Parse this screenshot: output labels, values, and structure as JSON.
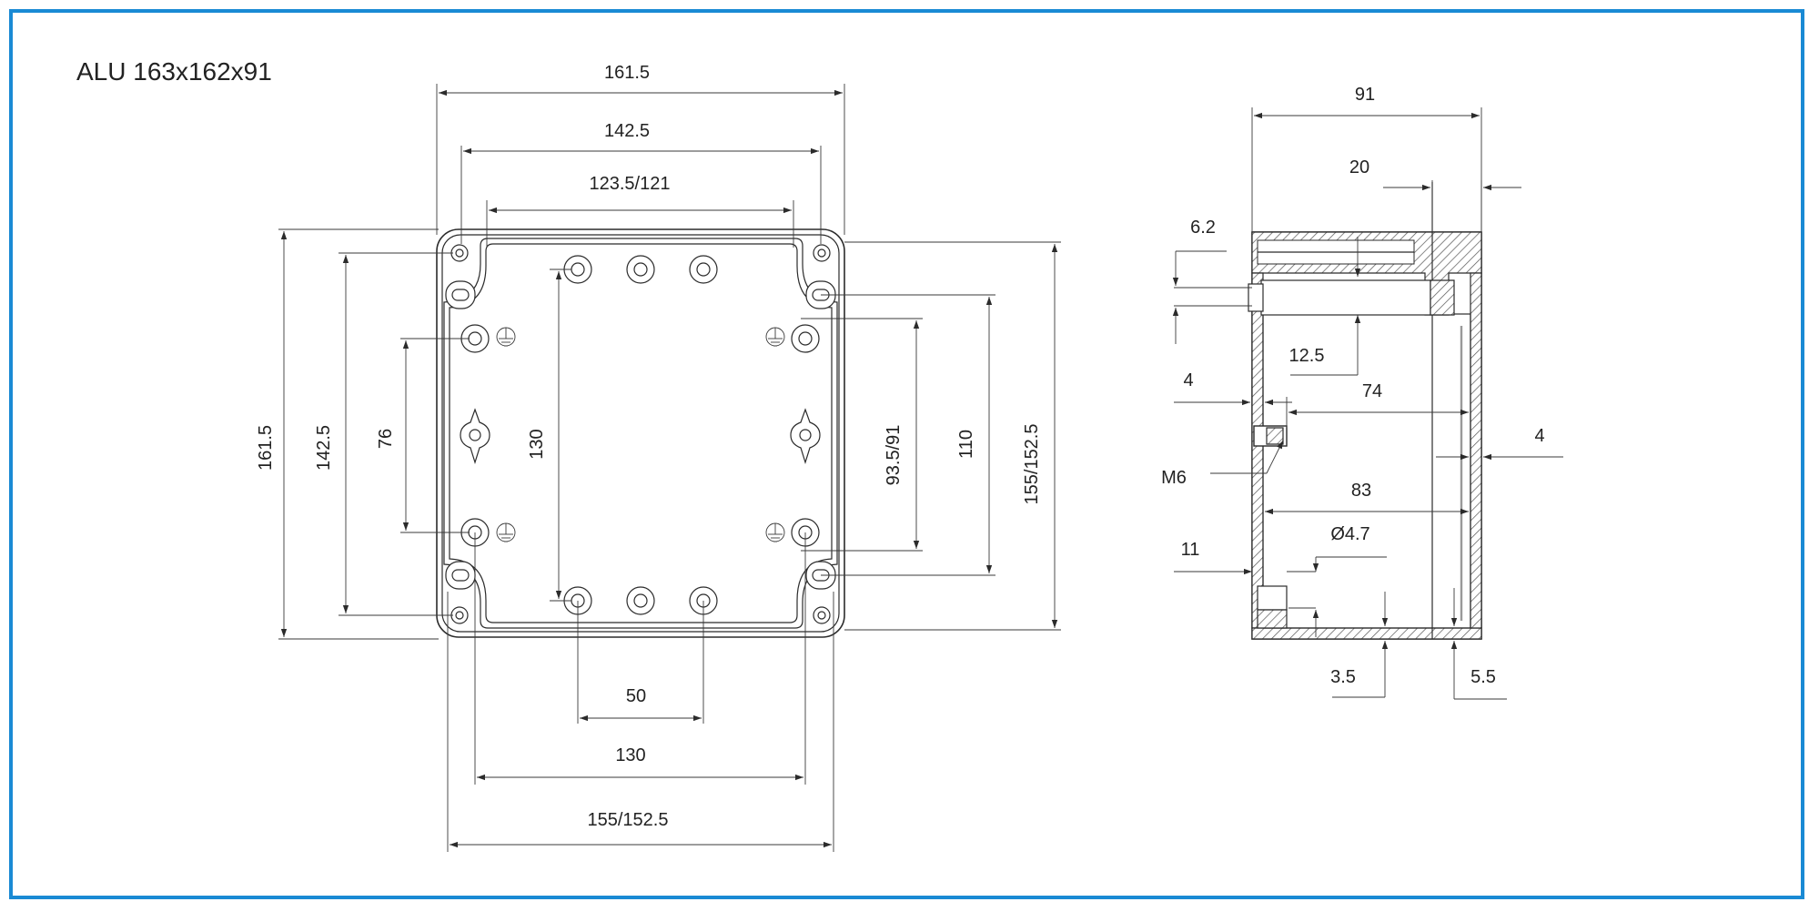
{
  "title": "ALU 163x162x91",
  "colors": {
    "frame_border": "#1a8ad4",
    "line": "#2b2b2b",
    "text": "#222222"
  },
  "front_view": {
    "dim_top_outer": "161.5",
    "dim_top_holes": "142.5",
    "dim_top_inner": "123.5/121",
    "dim_left_outer": "161.5",
    "dim_left_holes": "142.5",
    "dim_left_76": "76",
    "dim_center_130": "130",
    "dim_right_9391": "93.5/91",
    "dim_right_110": "110",
    "dim_right_155": "155/152.5",
    "dim_bottom_50": "50",
    "dim_bottom_130": "130",
    "dim_bottom_155": "155/152.5"
  },
  "side_view": {
    "dim_91": "91",
    "dim_20": "20",
    "dim_6_2": "6.2",
    "dim_12_5": "12.5",
    "dim_4_left": "4",
    "dim_74": "74",
    "dim_4_right": "4",
    "label_m6": "M6",
    "dim_83": "83",
    "dim_dia": "Ø4.7",
    "dim_11": "11",
    "dim_3_5": "3.5",
    "dim_5_5": "5.5"
  }
}
